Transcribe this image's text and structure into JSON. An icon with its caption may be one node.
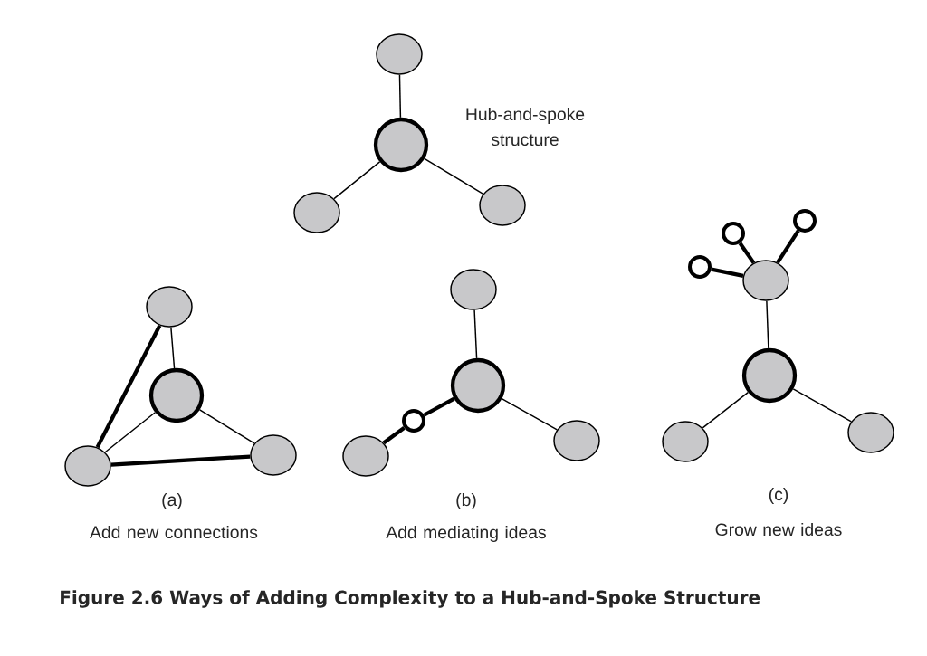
{
  "diagram": {
    "caption": "Figure 2.6 Ways of Adding Complexity to a Hub-and-Spoke Structure",
    "nodes": [
      {
        "text": [],
        "shape": "circle"
      },
      {
        "text": [],
        "shape": "circle"
      },
      {
        "text": [],
        "shape": "circle"
      },
      {
        "text": [],
        "shape": "circle"
      },
      {
        "text": [],
        "shape": "circle"
      },
      {
        "text": [],
        "shape": "circle"
      },
      {
        "text": [],
        "shape": "circle"
      },
      {
        "text": [],
        "shape": "circle"
      },
      {
        "text": [],
        "shape": "circle"
      },
      {
        "text": [],
        "shape": "circle"
      },
      {
        "text": [],
        "shape": "circle"
      },
      {
        "text": [],
        "shape": "circle"
      },
      {
        "text": [],
        "shape": "circle"
      },
      {
        "text": [],
        "shape": "circle"
      },
      {
        "text": [],
        "shape": "circle"
      },
      {
        "text": [],
        "shape": "circle"
      },
      {
        "text": [],
        "shape": "circle"
      },
      {
        "text": [],
        "shape": "circle"
      },
      {
        "text": [],
        "shape": "circle"
      },
      {
        "text": [],
        "shape": "circle"
      }
    ],
    "edges": [
      {
        "from": 0,
        "to": 1,
        "arrow": "none"
      },
      {
        "from": 1,
        "to": 2,
        "arrow": "none"
      },
      {
        "from": 1,
        "to": 3,
        "arrow": "none"
      },
      {
        "from": 4,
        "to": 5,
        "arrow": "none"
      },
      {
        "from": 5,
        "to": 6,
        "arrow": "none"
      },
      {
        "from": 5,
        "to": 7,
        "arrow": "none"
      },
      {
        "from": 4,
        "to": 6,
        "arrow": "none",
        "style": "thick"
      },
      {
        "from": 6,
        "to": 7,
        "arrow": "none",
        "style": "thick"
      },
      {
        "from": 8,
        "to": 9,
        "arrow": "none"
      },
      {
        "from": 9,
        "to": 12,
        "arrow": "none"
      },
      {
        "from": 9,
        "to": 10,
        "arrow": "none",
        "style": "thick"
      },
      {
        "from": 10,
        "to": 11,
        "arrow": "none",
        "style": "thick"
      },
      {
        "from": 16,
        "to": 17,
        "arrow": "none"
      },
      {
        "from": 17,
        "to": 18,
        "arrow": "none"
      },
      {
        "from": 17,
        "to": 19,
        "arrow": "none"
      },
      {
        "from": 13,
        "to": 16,
        "arrow": "none",
        "style": "thick"
      },
      {
        "from": 14,
        "to": 16,
        "arrow": "none",
        "style": "thick"
      },
      {
        "from": 15,
        "to": 16,
        "arrow": "none",
        "style": "thick"
      }
    ],
    "labels": [
      "Hub-and-spoke structure",
      "(a)",
      "Add new connections",
      "(b)",
      "Add mediating ideas",
      "(c)",
      "Grow new ideas"
    ]
  }
}
